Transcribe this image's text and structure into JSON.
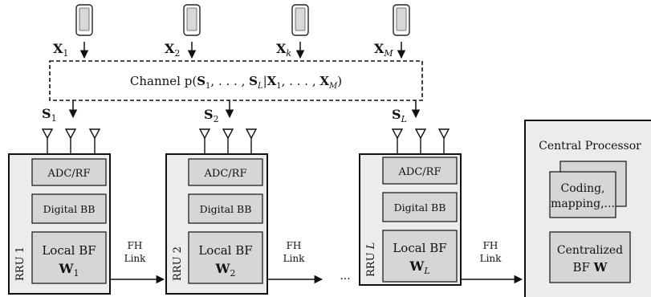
{
  "users": [
    {
      "symbol": "X",
      "sub": "1"
    },
    {
      "symbol": "X",
      "sub": "2"
    },
    {
      "symbol": "X",
      "sub": "k"
    },
    {
      "symbol": "X",
      "sub": "M"
    }
  ],
  "channel": {
    "prefix": "Channel p(",
    "s_sym": "S",
    "s1_sub": "1",
    "mid1": ", . . . , ",
    "sL_sub": "L",
    "bar": "|",
    "x_sym": "X",
    "x1_sub": "1",
    "mid2": ", . . . , ",
    "xM_sub": "M",
    "suffix": ")"
  },
  "signals": [
    {
      "symbol": "S",
      "sub": "1"
    },
    {
      "symbol": "S",
      "sub": "2"
    },
    {
      "symbol": "S",
      "sub": "L"
    }
  ],
  "rrus": [
    {
      "label": "RRU",
      "index": "1",
      "adc": "ADC/RF",
      "bb": "Digital BB",
      "bf_title": "Local BF",
      "bf_symbol": "W",
      "bf_sub": "1"
    },
    {
      "label": "RRU",
      "index": "2",
      "adc": "ADC/RF",
      "bb": "Digital BB",
      "bf_title": "Local BF",
      "bf_symbol": "W",
      "bf_sub": "2"
    },
    {
      "label": "RRU",
      "index": "L",
      "adc": "ADC/RF",
      "bb": "Digital BB",
      "bf_title": "Local BF",
      "bf_symbol": "W",
      "bf_sub": "L"
    }
  ],
  "links": [
    {
      "line1": "FH",
      "line2": "Link"
    },
    {
      "line1": "FH",
      "line2": "Link"
    },
    {
      "line1": "FH",
      "line2": "Link"
    }
  ],
  "ellipsis": "···",
  "central": {
    "title": "Central Processor",
    "coding_line1": "Coding,",
    "coding_line2": "mapping,...",
    "bf_line1": "Centralized",
    "bf_line2_prefix": "BF ",
    "bf_symbol": "W"
  }
}
